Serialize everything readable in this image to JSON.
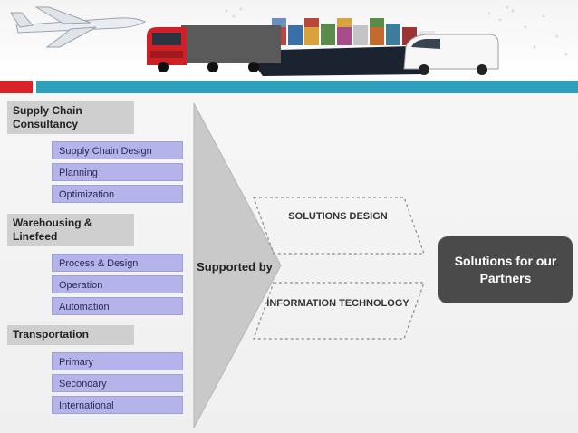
{
  "header": {
    "icons": [
      "airplane-icon",
      "truck-icon",
      "cargo-ship-icon",
      "van-icon"
    ]
  },
  "categories": [
    {
      "label": "Supply Chain Consultancy",
      "items": [
        "Supply Chain Design",
        "Planning",
        "Optimization"
      ]
    },
    {
      "label": "Warehousing & Linefeed",
      "items": [
        "Process & Design",
        "Operation",
        "Automation"
      ]
    },
    {
      "label": "Transportation",
      "items": [
        "Primary",
        "Secondary",
        "International"
      ]
    }
  ],
  "support": {
    "label": "Supported by"
  },
  "pillars": [
    {
      "label": "SOLUTIONS DESIGN"
    },
    {
      "label": "INFORMATION TECHNOLOGY"
    }
  ],
  "result": {
    "label": "Solutions for our Partners"
  },
  "colors": {
    "accent_red": "#d8232a",
    "accent_blue": "#2f9fbe",
    "category_fill": "#cfcfcf",
    "item_fill": "#b4b4ea",
    "result_fill": "#4a4a4a"
  }
}
